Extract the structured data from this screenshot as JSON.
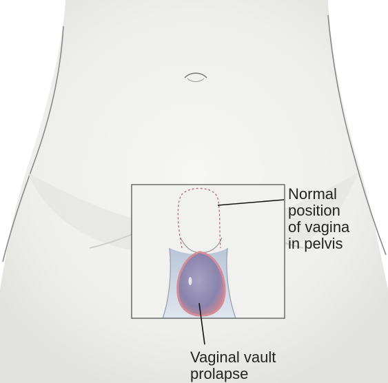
{
  "labels": {
    "normal_position": [
      "Normal",
      "position",
      "of vagina",
      "in pelvis"
    ],
    "vault_prolapse": [
      "Vaginal vault",
      "prolapse"
    ]
  },
  "colors": {
    "skin": "#efefed",
    "skin_shadow": "#dcdcd8",
    "outline": "#8a8a8a",
    "inner_thigh": "#c9d3e0",
    "prolapse_fill": "#8d88b0",
    "prolapse_rim": "#d48c96",
    "dashed_outline": "#b06a70",
    "text": "#222222"
  }
}
